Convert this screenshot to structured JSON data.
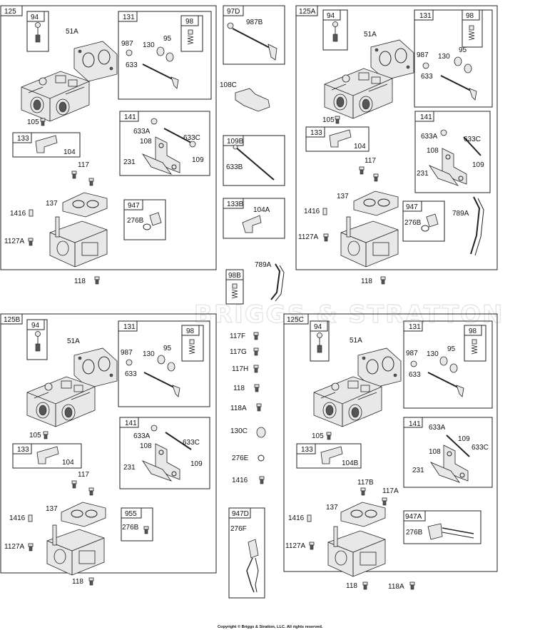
{
  "watermark": "BRIGGS & STRATTON",
  "copyright": "Copyright © Briggs & Stratton, LLC. All rights reserved.",
  "groups": {
    "g125": {
      "label": "125",
      "parts": {
        "p94": "94",
        "p51A": "51A",
        "p131": "131",
        "p98": "98",
        "p987": "987",
        "p130": "130",
        "p95": "95",
        "p633": "633",
        "p105": "105",
        "p133": "133",
        "p104": "104",
        "p141": "141",
        "p633A": "633A",
        "p633C": "633C",
        "p108": "108",
        "p109": "109",
        "p231": "231",
        "p117": "117",
        "p137": "137",
        "p1416": "1416",
        "p947": "947",
        "p276B": "276B",
        "p1127A": "1127A",
        "p118": "118"
      }
    },
    "g125A": {
      "label": "125A",
      "parts": {
        "p94": "94",
        "p51A": "51A",
        "p131": "131",
        "p98": "98",
        "p987": "987",
        "p130": "130",
        "p95": "95",
        "p633": "633",
        "p105": "105",
        "p133": "133",
        "p104": "104",
        "p141": "141",
        "p633A": "633A",
        "p633C": "633C",
        "p108": "108",
        "p109": "109",
        "p231": "231",
        "p117": "117",
        "p137": "137",
        "p1416": "1416",
        "p947": "947",
        "p276B": "276B",
        "p789A": "789A",
        "p1127A": "1127A",
        "p118": "118"
      }
    },
    "g125B": {
      "label": "125B",
      "parts": {
        "p94": "94",
        "p51A": "51A",
        "p131": "131",
        "p98": "98",
        "p987": "987",
        "p130": "130",
        "p95": "95",
        "p633": "633",
        "p105": "105",
        "p133": "133",
        "p104": "104",
        "p141": "141",
        "p633A": "633A",
        "p633C": "633C",
        "p108": "108",
        "p109": "109",
        "p231": "231",
        "p117": "117",
        "p137": "137",
        "p1416": "1416",
        "p955": "955",
        "p276B": "276B",
        "p1127A": "1127A",
        "p118": "118"
      }
    },
    "g125C": {
      "label": "125C",
      "parts": {
        "p94": "94",
        "p51A": "51A",
        "p131": "131",
        "p98": "98",
        "p987": "987",
        "p130": "130",
        "p95": "95",
        "p633": "633",
        "p105": "105",
        "p133": "133",
        "p104B": "104B",
        "p141": "141",
        "p633A": "633A",
        "p109": "109",
        "p633C": "633C",
        "p108": "108",
        "p231": "231",
        "p117B": "117B",
        "p117A": "117A",
        "p137": "137",
        "p1416": "1416",
        "p947A": "947A",
        "p276B": "276B",
        "p1127A": "1127A",
        "p118": "118",
        "p118A": "118A"
      }
    }
  },
  "center": {
    "p97D": "97D",
    "p987B": "987B",
    "p108C": "108C",
    "p109B": "109B",
    "p633B": "633B",
    "p133B": "133B",
    "p104A": "104A",
    "p789A": "789A",
    "p98B": "98B",
    "p117F": "117F",
    "p117G": "117G",
    "p117H": "117H",
    "p118": "118",
    "p118A": "118A",
    "p130C": "130C",
    "p276E": "276E",
    "p1416": "1416",
    "p947D": "947D",
    "p276F": "276F"
  }
}
